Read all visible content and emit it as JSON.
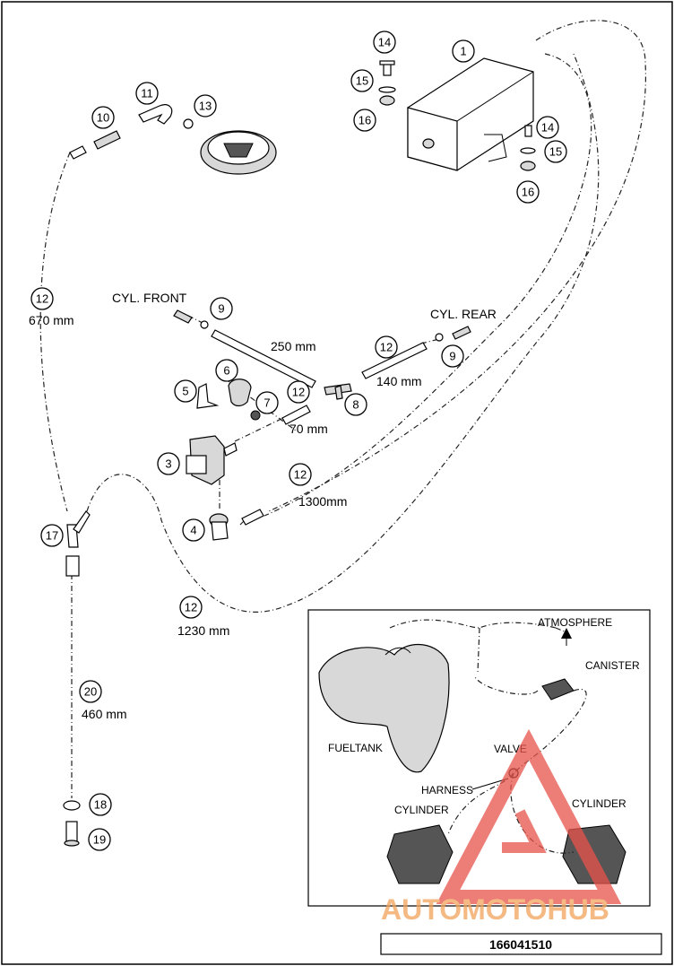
{
  "callouts": [
    {
      "id": "c1",
      "text": "1"
    },
    {
      "id": "c2",
      "text": "14"
    },
    {
      "id": "c3",
      "text": "15"
    },
    {
      "id": "c4",
      "text": "16"
    },
    {
      "id": "c5",
      "text": "14"
    },
    {
      "id": "c6",
      "text": "15"
    },
    {
      "id": "c7",
      "text": "16"
    },
    {
      "id": "c8",
      "text": "10"
    },
    {
      "id": "c9",
      "text": "11"
    },
    {
      "id": "c10",
      "text": "13"
    },
    {
      "id": "c11",
      "text": "12"
    },
    {
      "id": "c12",
      "text": "9"
    },
    {
      "id": "c13",
      "text": "6"
    },
    {
      "id": "c14",
      "text": "5"
    },
    {
      "id": "c15",
      "text": "7"
    },
    {
      "id": "c16",
      "text": "12"
    },
    {
      "id": "c17",
      "text": "8"
    },
    {
      "id": "c18",
      "text": "12"
    },
    {
      "id": "c19",
      "text": "9"
    },
    {
      "id": "c20",
      "text": "3"
    },
    {
      "id": "c21",
      "text": "12"
    },
    {
      "id": "c22",
      "text": "4"
    },
    {
      "id": "c23",
      "text": "17"
    },
    {
      "id": "c24",
      "text": "12"
    },
    {
      "id": "c25",
      "text": "20"
    },
    {
      "id": "c26",
      "text": "18"
    },
    {
      "id": "c27",
      "text": "19"
    }
  ],
  "labels": {
    "cyl_front": "CYL. FRONT",
    "cyl_rear": "CYL. REAR",
    "len_670": "670 mm",
    "len_250": "250 mm",
    "len_140": "140 mm",
    "len_70": "70 mm",
    "len_1300": "1300mm",
    "len_1230": "1230 mm",
    "len_460": "460 mm"
  },
  "inset": {
    "atmosphere": "ATMOSPHERE",
    "canister": "CANISTER",
    "fueltank": "FUELTANK",
    "valve": "VALVE",
    "harness": "HARNESS",
    "cylinder_left": "CYLINDER",
    "cylinder_right": "CYLINDER"
  },
  "watermark": "AUTOMOTOHUB",
  "drawing_number": "166041510"
}
